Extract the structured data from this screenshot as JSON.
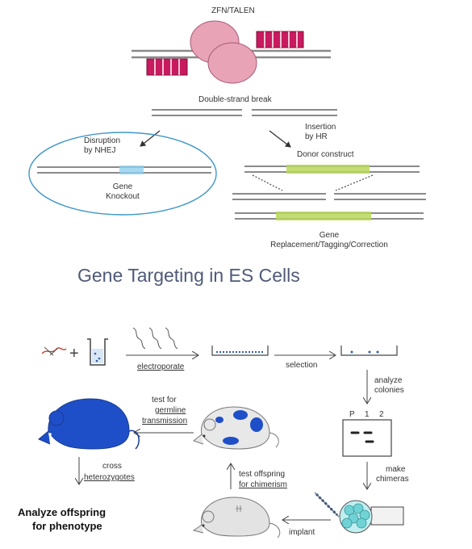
{
  "top_diagram": {
    "nuclease_label": "ZFN/TALEN",
    "break_label": "Double-strand break",
    "nhej_label_line1": "Disruption",
    "nhej_label_line2": "by NHEJ",
    "knockout_line1": "Gene",
    "knockout_line2": "Knockout",
    "hr_label_line1": "Insertion",
    "hr_label_line2": "by HR",
    "donor_label": "Donor construct",
    "result_line1": "Gene",
    "result_line2": "Replacement/Tagging/Correction"
  },
  "title": "Gene Targeting in ES Cells",
  "bottom_diagram": {
    "plus_sign": "+",
    "electroporate": "electroporate",
    "selection": "selection",
    "analyze_line1": "analyze",
    "analyze_line2": "colonies",
    "gel_lane_labels": [
      "P",
      "1",
      "2"
    ],
    "make_line1": "make",
    "make_line2": "chimeras",
    "implant": "implant",
    "chimerism_line1": "test offspring",
    "chimerism_line2": "for chimerism",
    "germline_line1": "test for",
    "germline_line2": "germline",
    "germline_line3": "transmission",
    "cross_line1": "cross",
    "cross_line2": "heterozygotes",
    "analyze_offspring_line1": "Analyze offspring",
    "analyze_offspring_line2": "for phenotype"
  },
  "colors": {
    "dna_strand": "#888888",
    "nuclease_pink": "#e8a3b6",
    "repeat_magenta": "#c81a5e",
    "donor_green": "#b9d75c",
    "nhej_blue": "#8fd0ee",
    "ellipse_blue": "#3f97c8",
    "title_color": "#4f5a78",
    "mouse_blue": "#1f4fc8",
    "cells_cyan": "#6fd3d6"
  }
}
